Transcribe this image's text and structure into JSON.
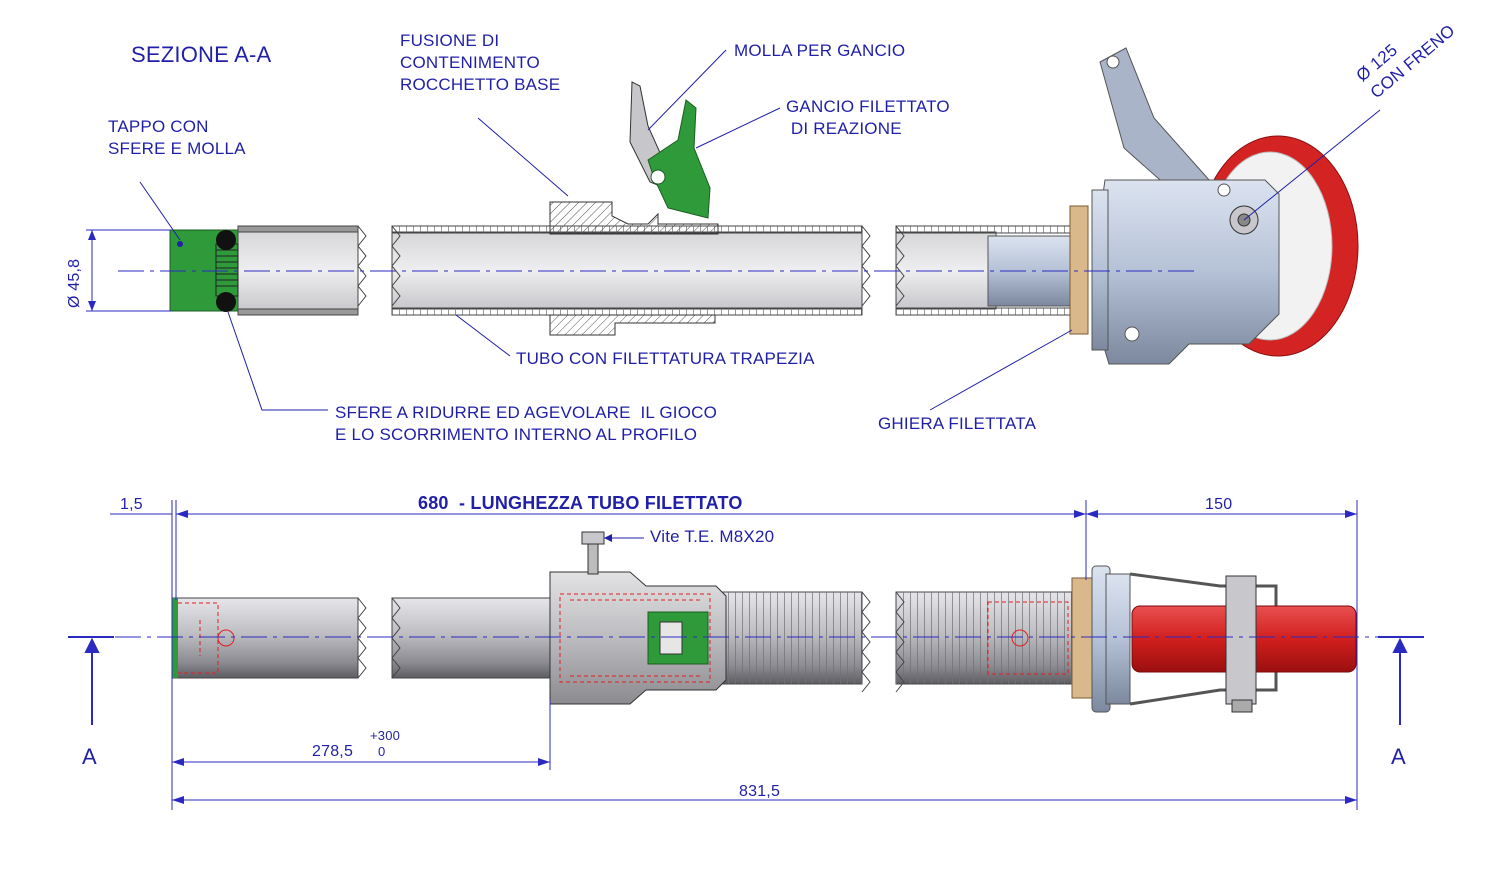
{
  "section_title": "SEZIONE A-A",
  "labels": {
    "tappo": "TAPPO CON\nSFERE E MOLLA",
    "fusione": "FUSIONE DI\nCONTENIMENTO\nROCCHETTO BASE",
    "molla": "MOLLA PER GANCIO",
    "gancio": "GANCIO FILETTATO\n DI REAZIONE",
    "tubo": "TUBO CON FILETTATURA TRAPEZIA",
    "sfere": "SFERE A RIDURRE ED AGEVOLARE  IL GIOCO\nE LO SCORRIMENTO INTERNO AL PROFILO",
    "ghiera": "GHIERA FILETTATA",
    "wheel": "Ø 125\nCON FRENO",
    "diameter": "Ø 45,8",
    "vite": "Vite T.E. M8X20"
  },
  "dimensions": {
    "d1": "1,5",
    "main": "680  - LUNGHEZZA TUBO FILETTATO",
    "d150": "150",
    "d278": "278,5",
    "tol_upper": "+300",
    "tol_lower": "0",
    "total": "831,5"
  },
  "section_marks": {
    "left": "A",
    "right": "A"
  },
  "colors": {
    "annotation": "#1f1fa8",
    "tube": "#c8c8cc",
    "plug": "#2f9a3a",
    "wheel": "#d42323",
    "bracket": "#a9b4c8",
    "brass": "#d9b98c",
    "hidden": "#e02020"
  }
}
